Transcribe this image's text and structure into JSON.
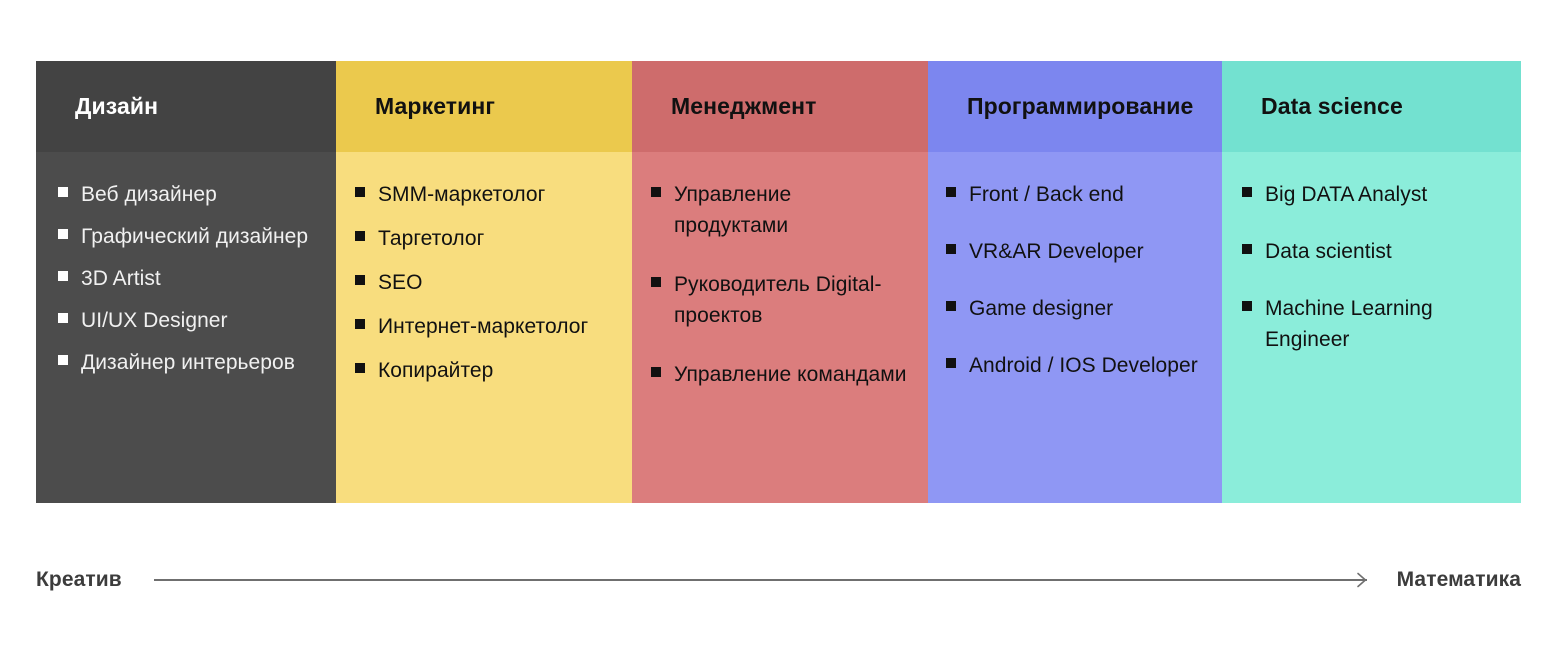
{
  "diagram": {
    "columns": [
      {
        "id": "design",
        "title": "Дизайн",
        "header_color": "#434343",
        "body_color": "#4c4c4c",
        "text_color": "#ffffff",
        "bullet_color": "#ffffff",
        "items": [
          "Веб дизайнер",
          "Графический дизайнер",
          "3D Artist",
          "UI/UX Designer",
          "Дизайнер интерьеров"
        ]
      },
      {
        "id": "marketing",
        "title": "Маркетинг",
        "header_color": "#ebc94d",
        "body_color": "#f8dd7e",
        "text_color": "#111111",
        "bullet_color": "#111111",
        "items": [
          "SMM-маркетолог",
          "Таргетолог",
          "SEO",
          "Интернет-маркетолог",
          "Копирайтер"
        ]
      },
      {
        "id": "management",
        "title": "Менеджмент",
        "header_color": "#ce6c6c",
        "body_color": "#db7d7d",
        "text_color": "#111111",
        "bullet_color": "#111111",
        "items": [
          "Управление продуктами",
          "Руководитель Digital-проектов",
          "Управление командами"
        ]
      },
      {
        "id": "programming",
        "title": "Программирование",
        "header_color": "#7c86ef",
        "body_color": "#8f97f4",
        "text_color": "#111111",
        "bullet_color": "#111111",
        "items": [
          "Front / Back end",
          "VR&AR Developer",
          "Game designer",
          "Android / IOS Developer"
        ]
      },
      {
        "id": "data-science",
        "title": "Data science",
        "header_color": "#73e1d0",
        "body_color": "#8bedda",
        "text_color": "#111111",
        "bullet_color": "#111111",
        "items": [
          "Big DATA Analyst",
          "Data scientist",
          "Machine Learning Engineer"
        ]
      }
    ],
    "axis": {
      "left_label": "Креатив",
      "right_label": "Математика",
      "line_color": "#6f6f6f",
      "arrow_icon": "arrow-right-icon"
    },
    "background_color": "#ffffff"
  }
}
